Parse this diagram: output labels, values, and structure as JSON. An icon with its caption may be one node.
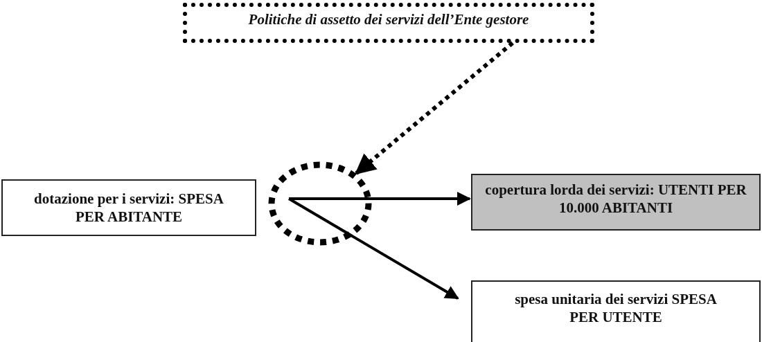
{
  "diagram": {
    "nodes": [
      {
        "text": [
          "Politiche di assetto dei servizi dell’Ente gestore"
        ]
      },
      {
        "text": [
          "dotazione per i servizi: SPESA PER ABITANTE"
        ]
      },
      {
        "text": [],
        "shape": "circle"
      },
      {
        "text": [
          "copertura lorda dei servizi: UTENTI PER 10.000 ABITANTI"
        ]
      },
      {
        "text": [
          "spesa unitaria dei servizi SPESA PER UTENTE"
        ]
      }
    ],
    "edges": [
      {
        "from": 0,
        "to": 2,
        "arrow": "to",
        "style": "dashed"
      },
      {
        "from": 2,
        "to": 3,
        "arrow": "to"
      },
      {
        "from": 2,
        "to": 4,
        "arrow": "to"
      }
    ]
  }
}
